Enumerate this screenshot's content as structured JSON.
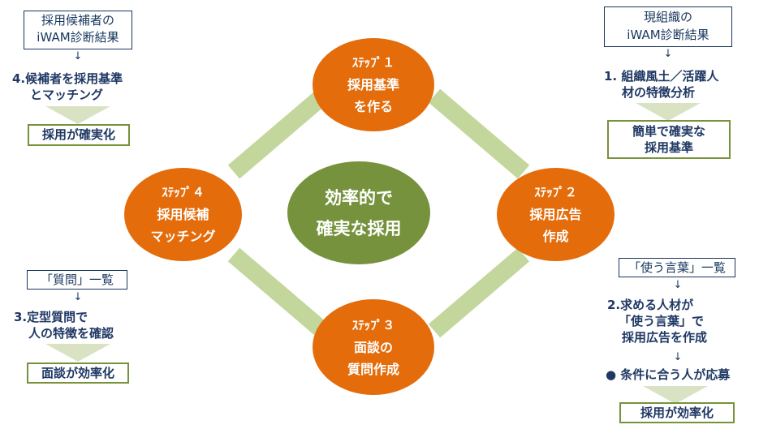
{
  "center": {
    "line1": "効率的で",
    "line2": "確実な採用"
  },
  "steps": [
    {
      "label": "ｽﾃｯﾌﾟ１",
      "line1": "採用基準",
      "line2": "を作る"
    },
    {
      "label": "ｽﾃｯﾌﾟ２",
      "line1": "採用広告",
      "line2": "作成"
    },
    {
      "label": "ｽﾃｯﾌﾟ３",
      "line1": "面談の",
      "line2": "質問作成"
    },
    {
      "label": "ｽﾃｯﾌﾟ４",
      "line1": "採用候補",
      "line2": "マッチング"
    }
  ],
  "top_left": {
    "source_line1": "採用候補者の",
    "source_line2": "iWAM診断結果",
    "arrow": "↓",
    "item_line1": "4.候補者を採用基準",
    "item_line2": "とマッチング",
    "result": "採用が確実化"
  },
  "top_right": {
    "source_line1": "現組織の",
    "source_line2": "iWAM診断結果",
    "arrow": "↓",
    "item_line1": "1. 組織風土／活躍人",
    "item_line2": "材の特徴分析",
    "result_line1": "簡単で確実な",
    "result_line2": "採用基準"
  },
  "bottom_left": {
    "source": "「質問」一覧",
    "arrow": "↓",
    "item_line1": "3.定型質問で",
    "item_line2": "人の特徴を確認",
    "result": "面談が効率化"
  },
  "bottom_right": {
    "source": "「使う言葉」一覧",
    "arrow": "↓",
    "item_line1": "2.求める人材が",
    "item_line2": "「使う言葉」で",
    "item_line3": "採用広告を作成",
    "arrow2": "↓",
    "bullet": "●  条件に合う人が応募",
    "result": "採用が効率化"
  },
  "colors": {
    "step": "#e46c0a",
    "center": "#76923c",
    "ring": "#c3d69b",
    "text": "#1f3864",
    "result_border": "#76923c"
  }
}
